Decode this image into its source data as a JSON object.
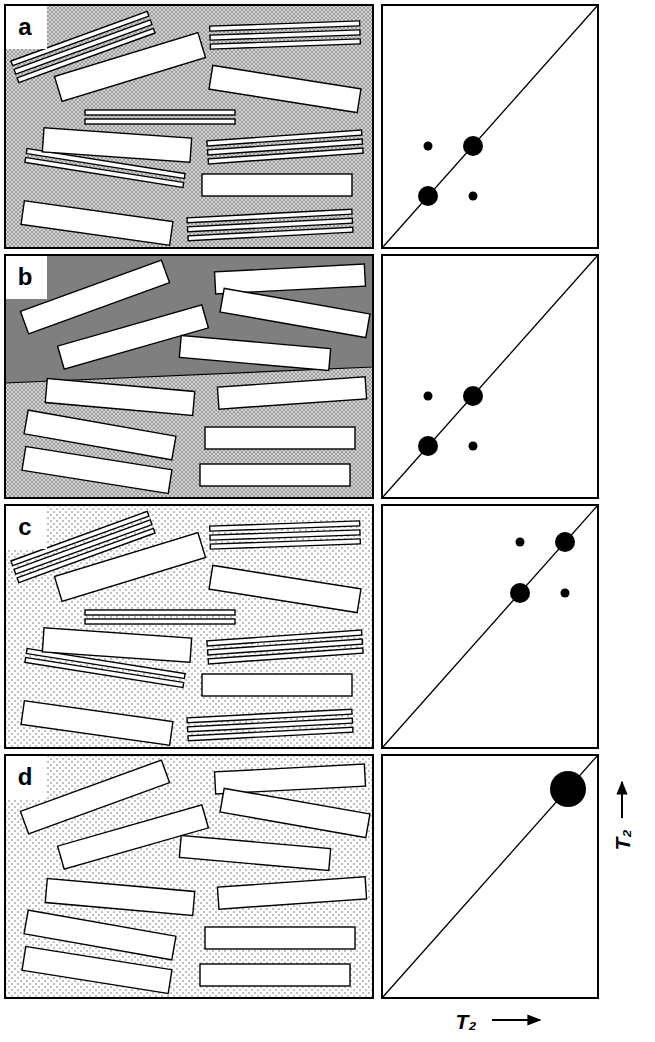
{
  "diagram": {
    "labels": [
      "a",
      "b",
      "c",
      "d",
      "T₂",
      "T₂"
    ]
  }
}
